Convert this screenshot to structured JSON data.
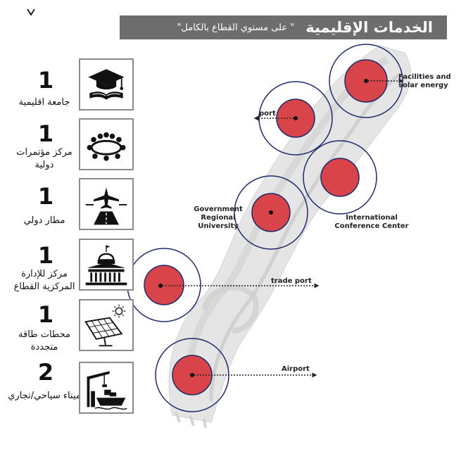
{
  "header": {
    "title": "الخدمات الإقليمية",
    "subtitle": "\" على مستوي القطاع بالكامل\""
  },
  "services": [
    {
      "count": "1",
      "label": "جامعة اقليمية",
      "icon": "graduation-cap-icon"
    },
    {
      "count": "1",
      "label": "مركز مؤتمرات دولية",
      "icon": "conference-icon"
    },
    {
      "count": "1",
      "label": "مطار دولي",
      "icon": "airport-icon"
    },
    {
      "count": "1",
      "label": "مركز للإدارة المركزية القطاع",
      "icon": "government-building-icon"
    },
    {
      "count": "1",
      "label": "محطات طاقة متجددة",
      "icon": "solar-panel-icon"
    },
    {
      "count": "2",
      "label": "ميناء سياحي/تجاري",
      "icon": "port-crane-icon"
    }
  ],
  "map_labels": {
    "facilities": "Facilities and solar energy",
    "port": "port",
    "university": "Government Regional University",
    "conference": "International Conference Center",
    "trade_port": "trade port",
    "airport": "Airport"
  },
  "colors": {
    "banner": "#6d6d6d",
    "marker_fill": "#d9434a",
    "ring": "#1c2a6b"
  }
}
